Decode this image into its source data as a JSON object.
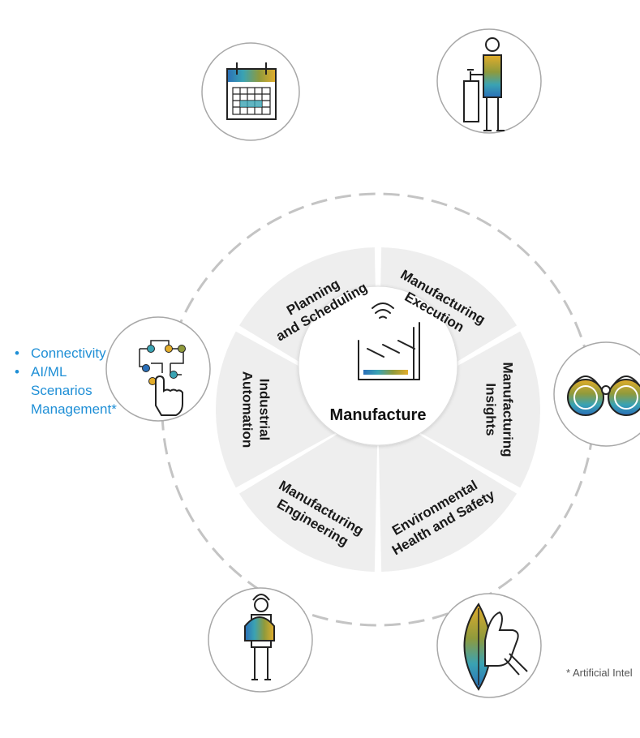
{
  "center": {
    "label": "Manufacture"
  },
  "segments": [
    {
      "lines": [
        "Planning",
        "and Scheduling"
      ]
    },
    {
      "lines": [
        "Manufacturing",
        "Execution"
      ]
    },
    {
      "lines": [
        "Manufacturing",
        "Insights"
      ]
    },
    {
      "lines": [
        "Environmental",
        "Health and Safety"
      ]
    },
    {
      "lines": [
        "Manufacturing",
        "Engineering"
      ]
    },
    {
      "lines": [
        "Industrial",
        "Automation"
      ]
    }
  ],
  "side_list": {
    "items": [
      "Connectivity",
      "AI/ML",
      "Scenarios",
      "Management*"
    ]
  },
  "footnote": "* Artificial Intel",
  "icons": [
    "calendar-icon",
    "worker-at-podium-icon",
    "binoculars-icon",
    "thumbs-up-leaf-icon",
    "engineer-with-blueprint-icon",
    "network-touch-icon",
    "factory-icon"
  ],
  "colors": {
    "ring": "#eeeeee",
    "dashed": "#c4c4c4",
    "accent_blue": "#1f8fd6",
    "icon_gold": "#e3ad2b",
    "icon_teal": "#3aa3b3",
    "icon_blue": "#2a6fb8",
    "icon_olive": "#8f9a3c"
  }
}
